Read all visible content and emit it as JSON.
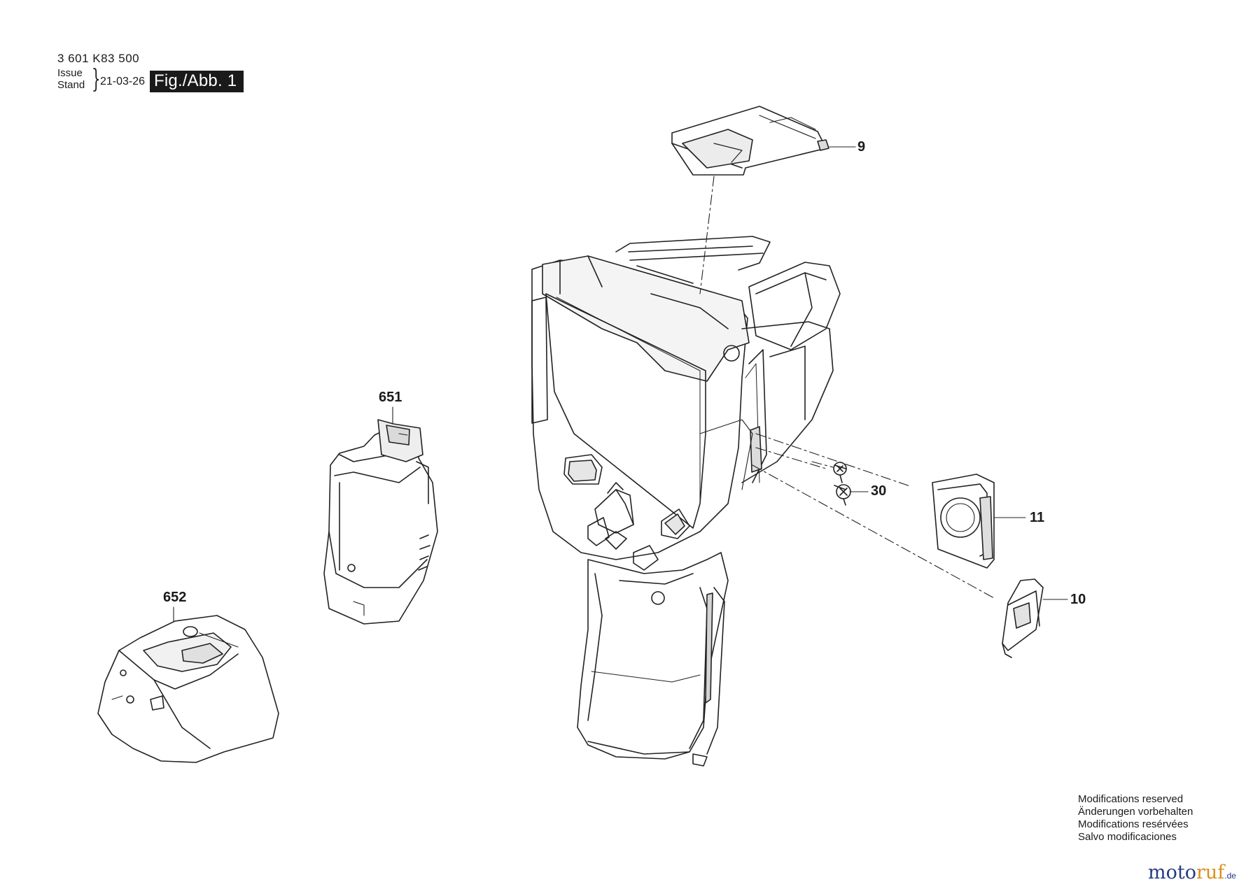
{
  "header": {
    "part_number": "3 601 K83 500",
    "issue_label": "Issue",
    "stand_label": "Stand",
    "issue_date": "21-03-26",
    "figure_label": "Fig./Abb. 1"
  },
  "callouts": {
    "c9": "9",
    "c30": "30",
    "c11": "11",
    "c10": "10",
    "c651": "651",
    "c652": "652"
  },
  "notes": {
    "line1": "Modifications reserved",
    "line2": "Änderungen vorbehalten",
    "line3": "Modifications resérvées",
    "line4": "Salvo modificaciones"
  },
  "watermark": {
    "part1": "moto",
    "part2": "ruf",
    "tld": ".de"
  }
}
